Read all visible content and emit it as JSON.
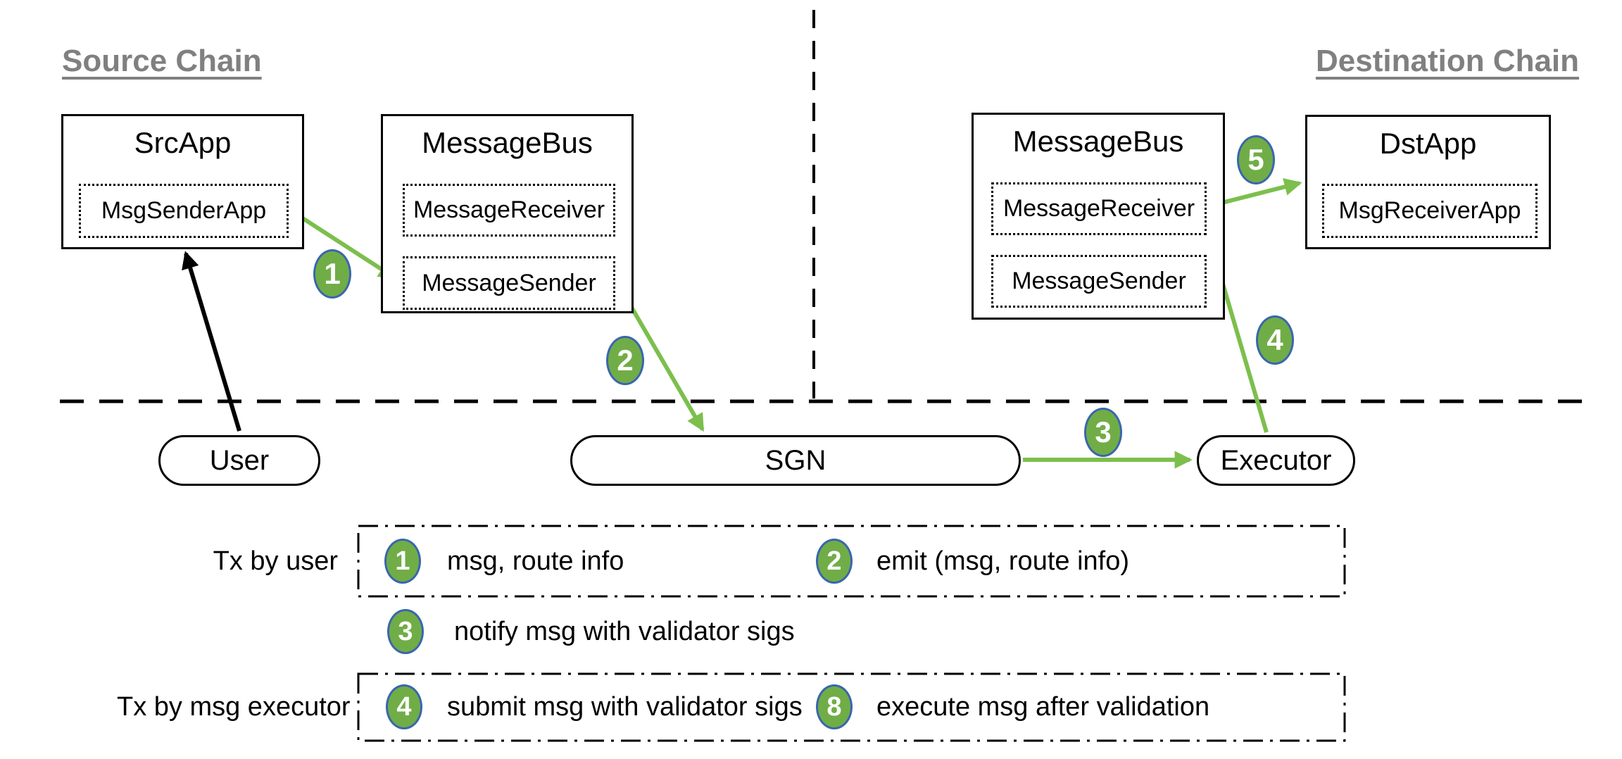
{
  "headings": {
    "source_chain": "Source Chain",
    "destination_chain": "Destination Chain"
  },
  "source_chain": {
    "src_app": {
      "title": "SrcApp",
      "module": "MsgSenderApp"
    },
    "message_bus": {
      "title": "MessageBus",
      "modules": [
        "MessageReceiver",
        "MessageSender"
      ]
    }
  },
  "destination_chain": {
    "message_bus": {
      "title": "MessageBus",
      "modules": [
        "MessageReceiver",
        "MessageSender"
      ]
    },
    "dst_app": {
      "title": "DstApp",
      "module": "MsgReceiverApp"
    }
  },
  "actors": {
    "user": "User",
    "sgn": "SGN",
    "executor": "Executor"
  },
  "step_badges": {
    "step1": "1",
    "step2": "2",
    "step3": "3",
    "step4": "4",
    "step5": "5"
  },
  "legend": {
    "tx_by_user_label": "Tx by user",
    "tx_by_msg_executor_label": "Tx by msg executor",
    "items": [
      {
        "num": "1",
        "text": "msg, route info"
      },
      {
        "num": "2",
        "text": "emit (msg, route info)"
      },
      {
        "num": "3",
        "text": "notify msg with validator sigs"
      },
      {
        "num": "4",
        "text": "submit msg with validator sigs"
      },
      {
        "num": "8",
        "text": "execute msg after validation"
      }
    ]
  },
  "colors": {
    "badge_fill": "#70ad47",
    "badge_border": "#3a66ad",
    "arrow_green": "#7cbf4d",
    "heading_gray": "#808080",
    "line_black": "#000000"
  }
}
